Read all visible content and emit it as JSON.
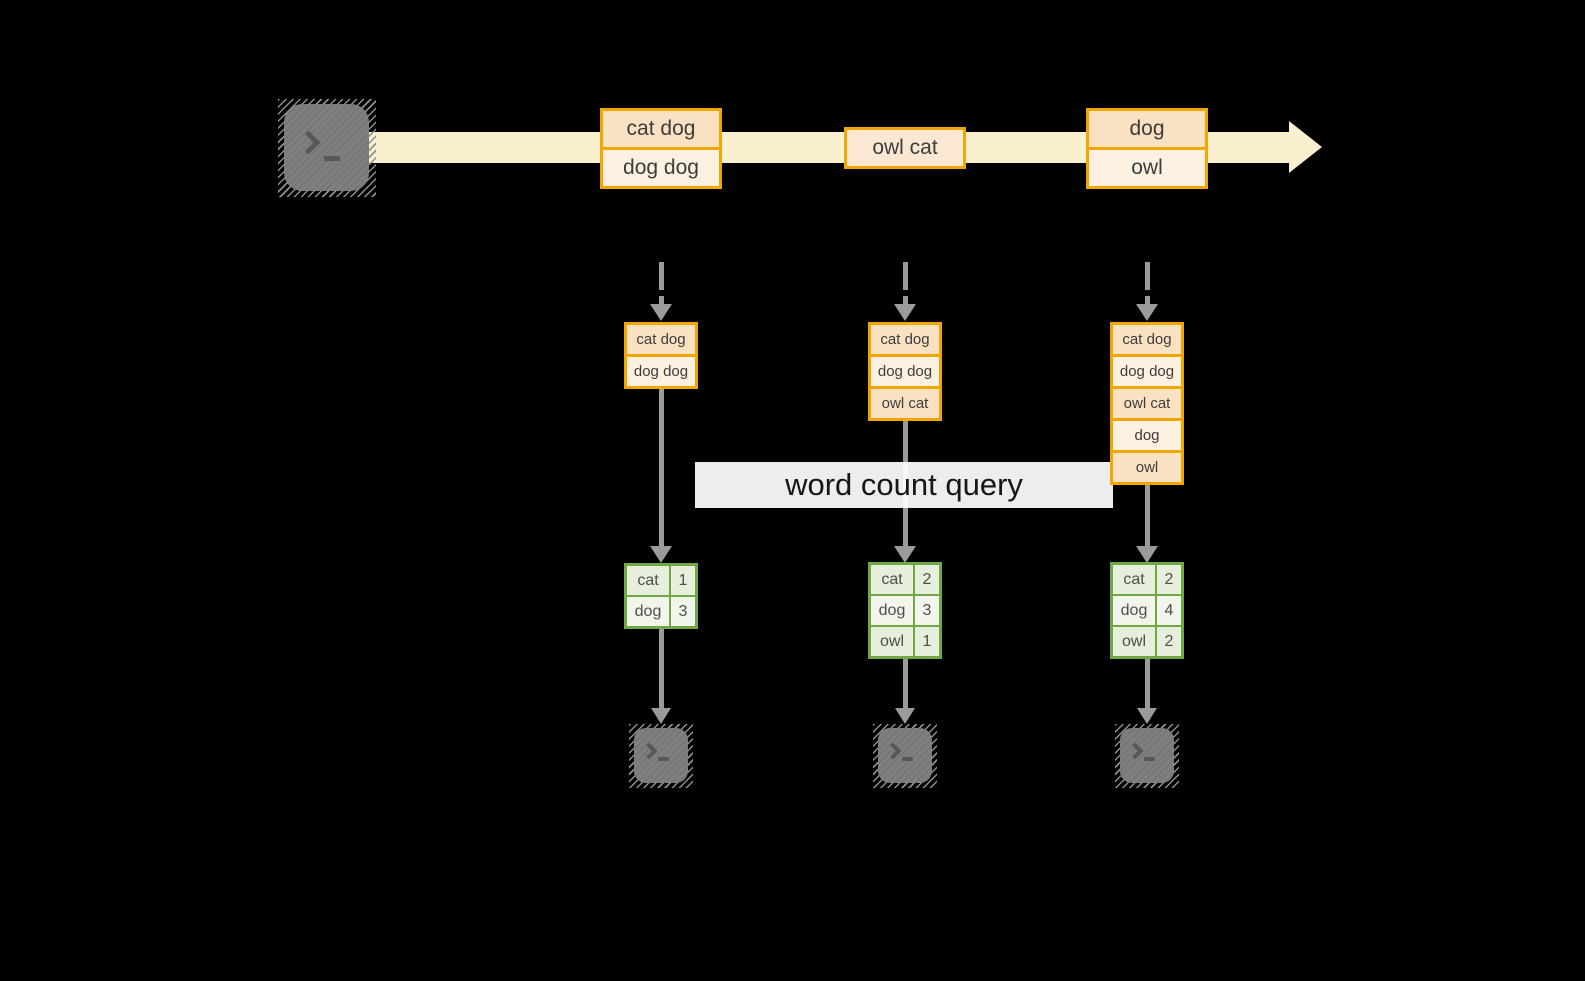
{
  "banner": {
    "label": "word count query"
  },
  "stream": {
    "batches": [
      {
        "items": [
          "cat dog",
          "dog dog"
        ]
      },
      {
        "items": [
          "owl cat"
        ]
      },
      {
        "items": [
          "dog",
          "owl"
        ]
      }
    ]
  },
  "windows": [
    {
      "rows": [
        "cat dog",
        "dog dog"
      ]
    },
    {
      "rows": [
        "cat dog",
        "dog dog",
        "owl cat"
      ]
    },
    {
      "rows": [
        "cat dog",
        "dog dog",
        "owl cat",
        "dog",
        "owl"
      ]
    }
  ],
  "counts": [
    {
      "rows": [
        {
          "word": "cat",
          "count": "1"
        },
        {
          "word": "dog",
          "count": "3"
        }
      ]
    },
    {
      "rows": [
        {
          "word": "cat",
          "count": "2"
        },
        {
          "word": "dog",
          "count": "3"
        },
        {
          "word": "owl",
          "count": "1"
        }
      ]
    },
    {
      "rows": [
        {
          "word": "cat",
          "count": "2"
        },
        {
          "word": "dog",
          "count": "4"
        },
        {
          "word": "owl",
          "count": "2"
        }
      ]
    }
  ],
  "icons": {
    "source": "terminal-icon",
    "sink": "terminal-icon"
  },
  "colors": {
    "background": "#000000",
    "stream_band": "#FAF0D0",
    "box_border": "#F0A702",
    "box_fill_peach": "#F9E1C2",
    "box_fill_cream": "#FCF1E0",
    "table_border": "#6FA845",
    "table_fill_sage": "#E6EEDC",
    "table_fill_pale": "#F1F5EC",
    "arrow": "#9B9B9B",
    "terminal": "#7F7F7F",
    "banner_bg": "#FFFFFF"
  }
}
